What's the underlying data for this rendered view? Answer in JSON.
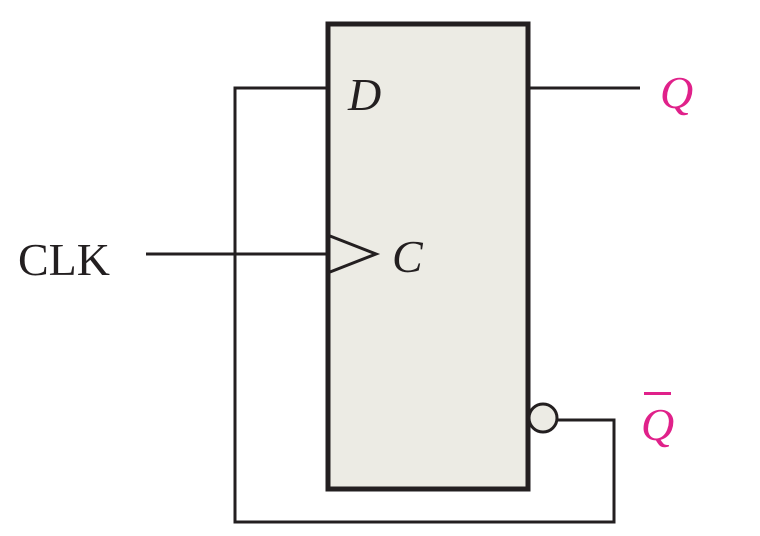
{
  "diagram": {
    "inputs": {
      "clock_label": "CLK"
    },
    "block": {
      "fill_color": "#ecebe4",
      "stroke_color": "#231f20",
      "pins": {
        "d_label": "D",
        "c_label": "C"
      }
    },
    "outputs": {
      "q_label": "Q",
      "q_bar_label": "Q",
      "q_bar_overlined": true,
      "output_color": "#e0218a"
    },
    "wire_color": "#231f20"
  }
}
